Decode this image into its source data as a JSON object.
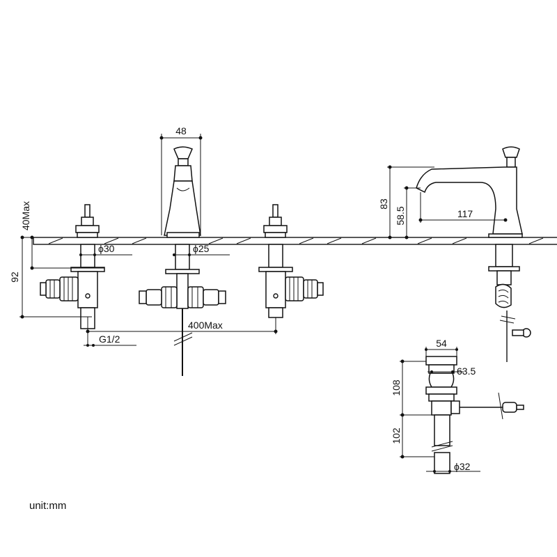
{
  "dimensions": {
    "spout_width": "48",
    "mount_max": "40Max",
    "total_height": "92",
    "valve_hole_dia": "ϕ30",
    "spout_hole_dia": "ϕ25",
    "spread_max": "400Max",
    "connection": "G1/2",
    "tub_spout_height": "83",
    "tub_spout_outlet_height": "58.5",
    "tub_spout_reach": "117",
    "diverter_width": "54",
    "diverter_dia": "63.5",
    "diverter_height": "108",
    "diverter_tube_length": "102",
    "diverter_tube_dia": "ϕ32"
  },
  "unit_label": "unit:mm"
}
